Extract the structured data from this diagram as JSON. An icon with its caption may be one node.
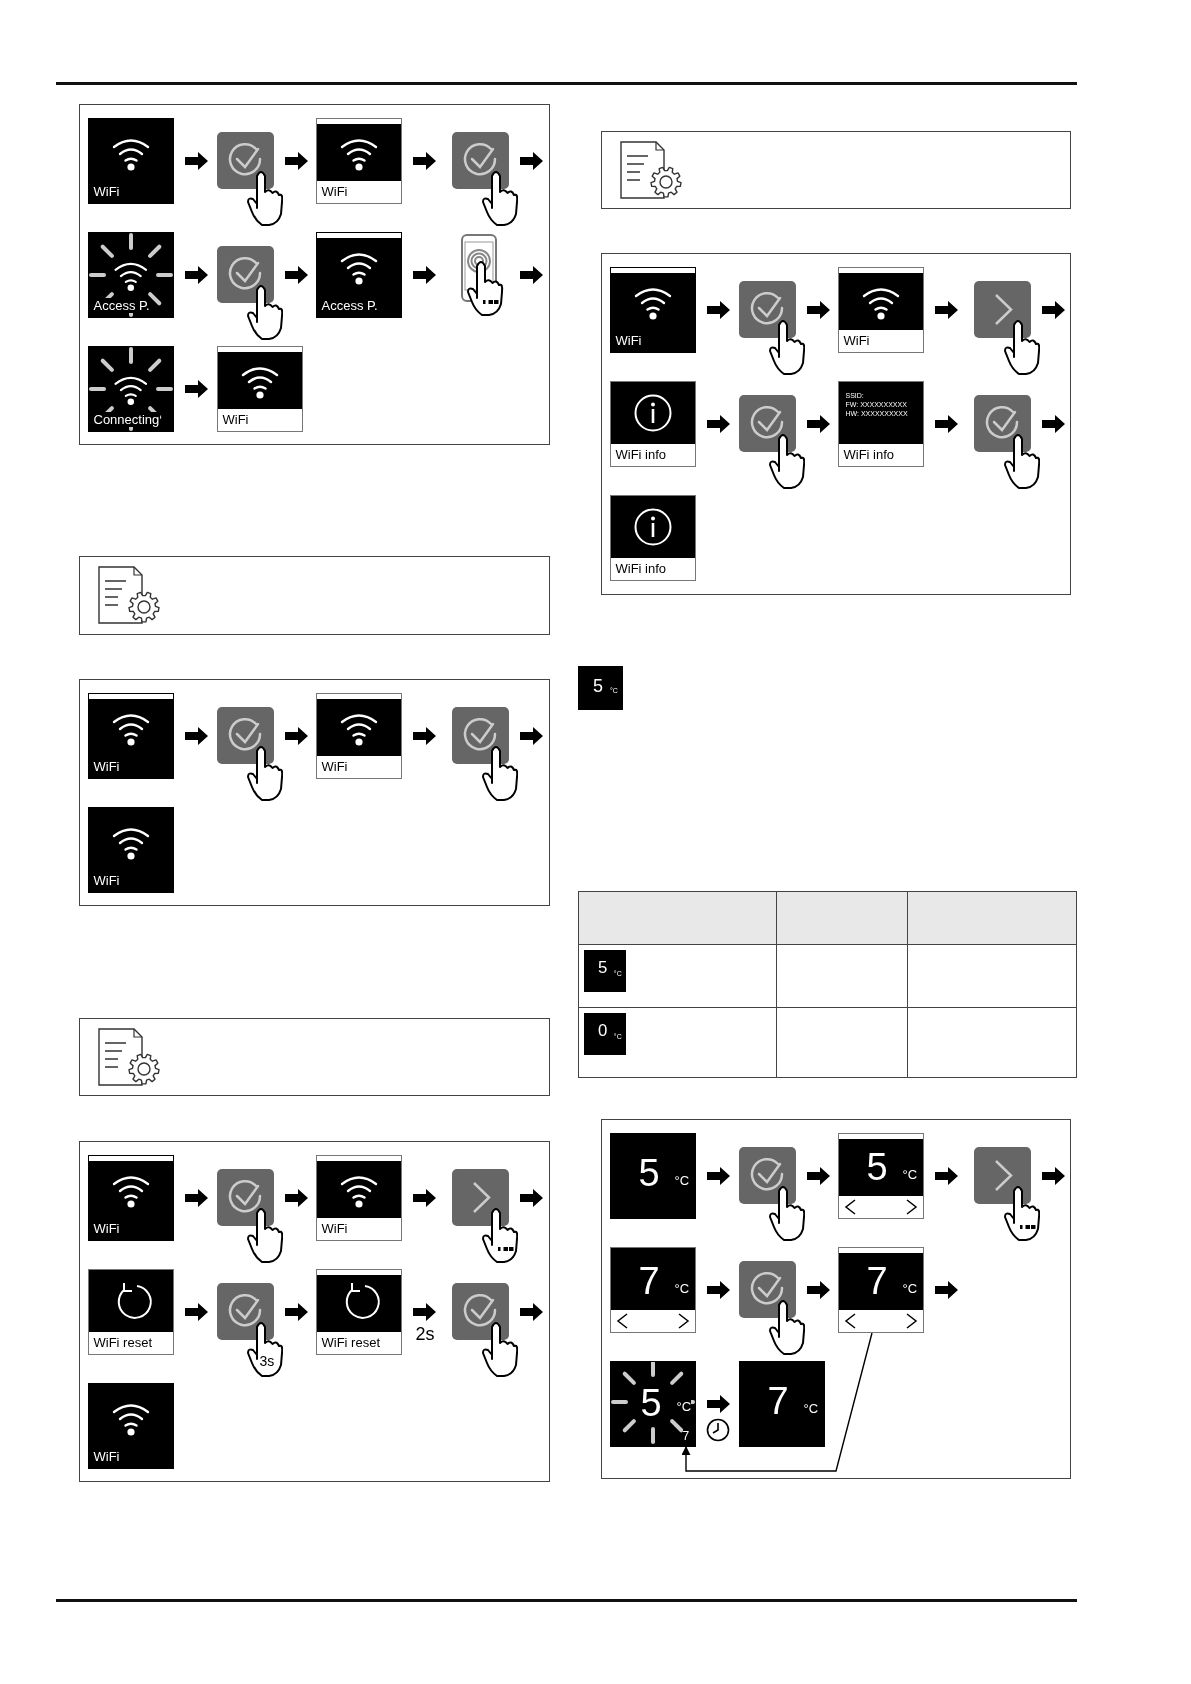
{
  "diagram": {
    "nodes": [
      {
        "text": [],
        "shape": "box"
      },
      {
        "text": [
          "WiFi"
        ],
        "in": 0
      },
      {
        "text": [],
        "shape": "button",
        "in": 0
      },
      {
        "text": [
          "WiFi"
        ],
        "in": 0
      },
      {
        "text": [],
        "shape": "button",
        "in": 0
      },
      {
        "text": [
          "Access P."
        ],
        "in": 0
      },
      {
        "text": [],
        "shape": "button",
        "in": 0
      },
      {
        "text": [
          "Access P."
        ],
        "in": 0
      },
      {
        "text": [],
        "shape": "picture",
        "in": 0
      },
      {
        "text": [
          "Connecting"
        ],
        "in": 0
      },
      {
        "text": [
          "WiFi"
        ],
        "in": 0
      },
      {
        "text": [],
        "shape": "box"
      },
      {
        "text": [],
        "shape": "box"
      },
      {
        "text": [
          "WiFi"
        ],
        "in": 12
      },
      {
        "text": [],
        "shape": "button",
        "in": 12
      },
      {
        "text": [
          "WiFi"
        ],
        "in": 12
      },
      {
        "text": [],
        "shape": "button",
        "in": 12
      },
      {
        "text": [
          "WiFi"
        ],
        "in": 12
      },
      {
        "text": [],
        "shape": "box"
      },
      {
        "text": [],
        "shape": "box"
      },
      {
        "text": [
          "WiFi"
        ],
        "in": 19
      },
      {
        "text": [],
        "shape": "button",
        "in": 19
      },
      {
        "text": [
          "WiFi"
        ],
        "in": 19
      },
      {
        "text": [],
        "shape": "button",
        "in": 19
      },
      {
        "text": [
          "WiFi reset"
        ],
        "in": 19
      },
      {
        "text": [
          "3s"
        ],
        "in": 19
      },
      {
        "text": [
          "WiFi reset"
        ],
        "in": 19
      },
      {
        "text": [],
        "shape": "button",
        "in": 19
      },
      {
        "text": [
          "WiFi"
        ],
        "in": 19
      },
      {
        "text": [],
        "shape": "box"
      },
      {
        "text": [],
        "shape": "box"
      },
      {
        "text": [
          "WiFi"
        ],
        "in": 30
      },
      {
        "text": [],
        "shape": "button",
        "in": 30
      },
      {
        "text": [
          "WiFi"
        ],
        "in": 30
      },
      {
        "text": [],
        "shape": "button",
        "in": 30
      },
      {
        "text": [
          "WiFi info"
        ],
        "in": 30
      },
      {
        "text": [],
        "shape": "button",
        "in": 30
      },
      {
        "text": [
          "SSID:",
          "FW: XXXXXXXXXX",
          "HW: XXXXXXXXXX",
          "WiFi info"
        ],
        "in": 30
      },
      {
        "text": [],
        "shape": "button",
        "in": 30
      },
      {
        "text": [
          "WiFi info"
        ],
        "in": 30
      },
      {
        "text": [
          "5",
          "°C"
        ]
      },
      {
        "text": [
          "5",
          "°C"
        ]
      },
      {
        "text": [
          "0",
          "°C"
        ]
      },
      {
        "text": [],
        "shape": "box"
      },
      {
        "text": [
          "5",
          "°C"
        ],
        "in": 43
      },
      {
        "text": [],
        "shape": "button",
        "in": 43
      },
      {
        "text": [
          "5",
          "°C"
        ],
        "in": 43
      },
      {
        "text": [],
        "shape": "button",
        "in": 43
      },
      {
        "text": [
          "7",
          "°C"
        ],
        "in": 43
      },
      {
        "text": [],
        "shape": "button",
        "in": 43
      },
      {
        "text": [
          "7",
          "°C"
        ],
        "in": 43
      },
      {
        "text": [
          "5",
          "°C",
          "7"
        ],
        "in": 43
      },
      {
        "text": [
          "7",
          "°C"
        ],
        "in": 43
      }
    ],
    "edges": [
      {
        "from": 1,
        "to": 2,
        "arrow": "to",
        "style": "thick"
      },
      {
        "from": 2,
        "to": 3,
        "arrow": "to",
        "style": "thick"
      },
      {
        "from": 3,
        "to": 4,
        "arrow": "to",
        "style": "thick"
      },
      {
        "from": 4,
        "to": null,
        "arrow": "to",
        "style": "thick"
      },
      {
        "from": 5,
        "to": 6,
        "arrow": "to",
        "style": "thick"
      },
      {
        "from": 6,
        "to": 7,
        "arrow": "to",
        "style": "thick"
      },
      {
        "from": 7,
        "to": 8,
        "arrow": "to",
        "style": "thick"
      },
      {
        "from": 8,
        "to": null,
        "arrow": "to",
        "style": "thick"
      },
      {
        "from": 9,
        "to": 10,
        "arrow": "to",
        "style": "thick"
      },
      {
        "from": 13,
        "to": 14,
        "arrow": "to",
        "style": "thick"
      },
      {
        "from": 14,
        "to": 15,
        "arrow": "to",
        "style": "thick"
      },
      {
        "from": 15,
        "to": 16,
        "arrow": "to",
        "style": "thick"
      },
      {
        "from": 16,
        "to": null,
        "arrow": "to",
        "style": "thick"
      },
      {
        "from": 20,
        "to": 21,
        "arrow": "to",
        "style": "thick"
      },
      {
        "from": 21,
        "to": 22,
        "arrow": "to",
        "style": "thick"
      },
      {
        "from": 22,
        "to": 23,
        "arrow": "to",
        "style": "thick"
      },
      {
        "from": 23,
        "to": null,
        "arrow": "to",
        "style": "thick"
      },
      {
        "from": 24,
        "to": 25,
        "arrow": "to",
        "style": "thick"
      },
      {
        "from": 25,
        "to": 26,
        "arrow": "to",
        "style": "thick"
      },
      {
        "from": 26,
        "to": 27,
        "arrow": "to",
        "style": "thick",
        "label": "2s"
      },
      {
        "from": 27,
        "to": null,
        "arrow": "to",
        "style": "thick"
      },
      {
        "from": 31,
        "to": 32,
        "arrow": "to",
        "style": "thick"
      },
      {
        "from": 32,
        "to": 33,
        "arrow": "to",
        "style": "thick"
      },
      {
        "from": 33,
        "to": 34,
        "arrow": "to",
        "style": "thick"
      },
      {
        "from": 34,
        "to": null,
        "arrow": "to",
        "style": "thick"
      },
      {
        "from": 35,
        "to": 36,
        "arrow": "to",
        "style": "thick"
      },
      {
        "from": 36,
        "to": 37,
        "arrow": "to",
        "style": "thick"
      },
      {
        "from": 37,
        "to": 38,
        "arrow": "to",
        "style": "thick"
      },
      {
        "from": 38,
        "to": null,
        "arrow": "to",
        "style": "thick"
      },
      {
        "from": 44,
        "to": 45,
        "arrow": "to",
        "style": "thick"
      },
      {
        "from": 45,
        "to": 46,
        "arrow": "to",
        "style": "thick"
      },
      {
        "from": 46,
        "to": 47,
        "arrow": "to",
        "style": "thick"
      },
      {
        "from": 47,
        "to": null,
        "arrow": "to",
        "style": "thick"
      },
      {
        "from": 48,
        "to": 49,
        "arrow": "to",
        "style": "thick"
      },
      {
        "from": 49,
        "to": 50,
        "arrow": "to",
        "style": "thick"
      },
      {
        "from": 50,
        "to": null,
        "arrow": "to",
        "style": "thick"
      },
      {
        "from": 51,
        "to": 52,
        "arrow": "to",
        "style": "thick"
      },
      {
        "from": 50,
        "to": 51,
        "arrow": "to"
      }
    ]
  }
}
